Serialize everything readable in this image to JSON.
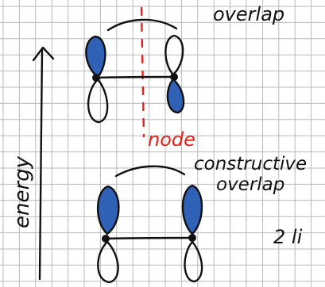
{
  "labels": {
    "antibonding_overlap": "overlap",
    "node": "node",
    "constructive": "constructive",
    "constructive_overlap": "overlap",
    "energy": "energy",
    "fragment": "2 li"
  },
  "colors": {
    "ink": "#111111",
    "orbital_fill": "#2f62b7",
    "node": "#e8201a",
    "grid": "#b9b9b9",
    "paper": "#ffffff"
  }
}
